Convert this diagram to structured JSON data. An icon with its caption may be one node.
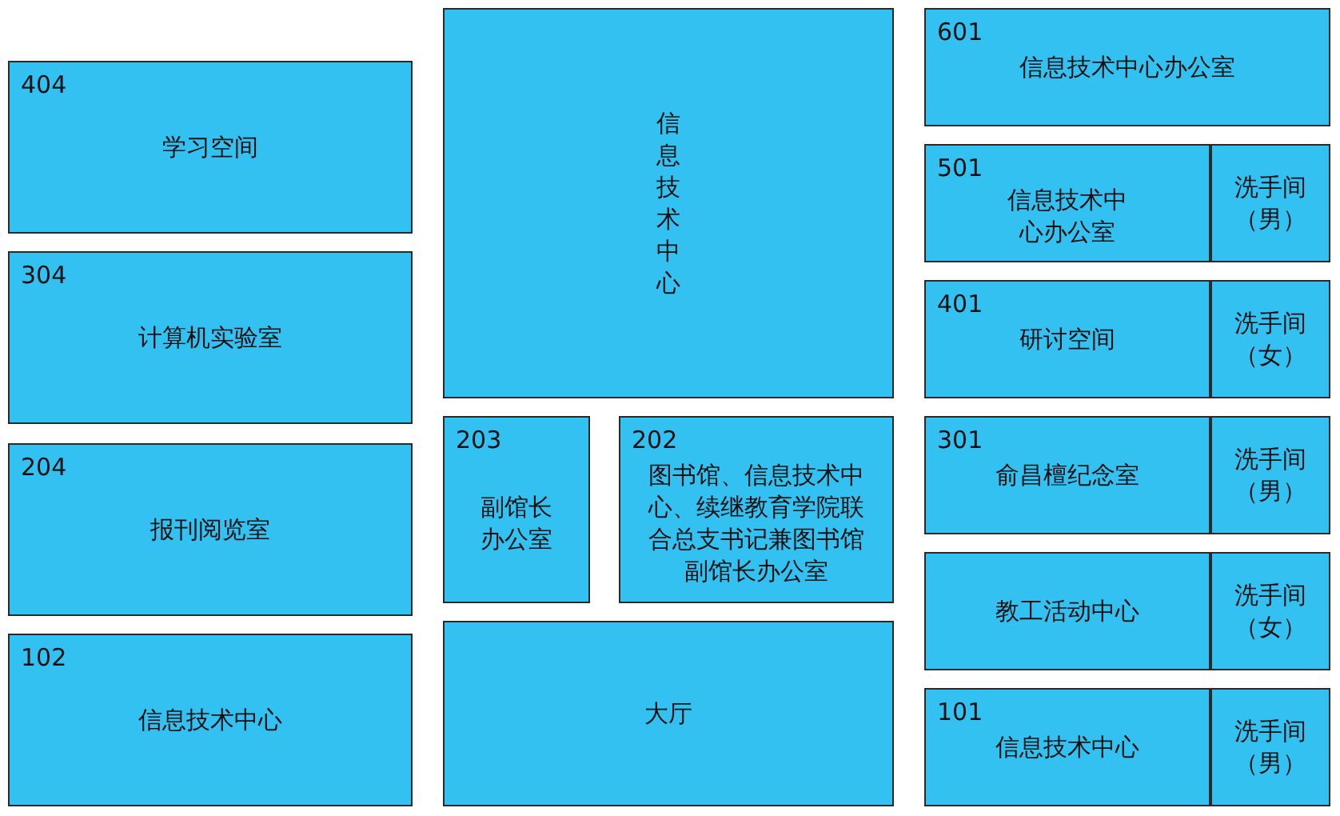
{
  "diagram": {
    "nodes": [
      {
        "text": [
          "404",
          "学习空间"
        ]
      },
      {
        "text": [
          "304",
          "计算机实验室"
        ]
      },
      {
        "text": [
          "204",
          "报刊阅览室"
        ]
      },
      {
        "text": [
          "102",
          "信息技术中心"
        ]
      },
      {
        "text": [
          "信息技术中心"
        ]
      },
      {
        "text": [
          "203",
          "副馆长办公室"
        ]
      },
      {
        "text": [
          "202",
          "图书馆、信息技术中心、续继教育学院联合总支书记兼图书馆副馆长办公室"
        ]
      },
      {
        "text": [
          "大厅"
        ]
      },
      {
        "text": [
          "601",
          "信息技术中心办公室"
        ]
      },
      {
        "text": [
          "501",
          "信息技术中心办公室"
        ]
      },
      {
        "text": [
          "洗手间（男）"
        ]
      },
      {
        "text": [
          "401",
          "研讨空间"
        ]
      },
      {
        "text": [
          "洗手间（女）"
        ]
      },
      {
        "text": [
          "301",
          "俞昌檀纪念室"
        ]
      },
      {
        "text": [
          "洗手间（男）"
        ]
      },
      {
        "text": [
          "教工活动中心"
        ]
      },
      {
        "text": [
          "洗手间（女）"
        ]
      },
      {
        "text": [
          "101",
          "信息技术中心"
        ]
      },
      {
        "text": [
          "洗手间（男）"
        ]
      }
    ]
  }
}
